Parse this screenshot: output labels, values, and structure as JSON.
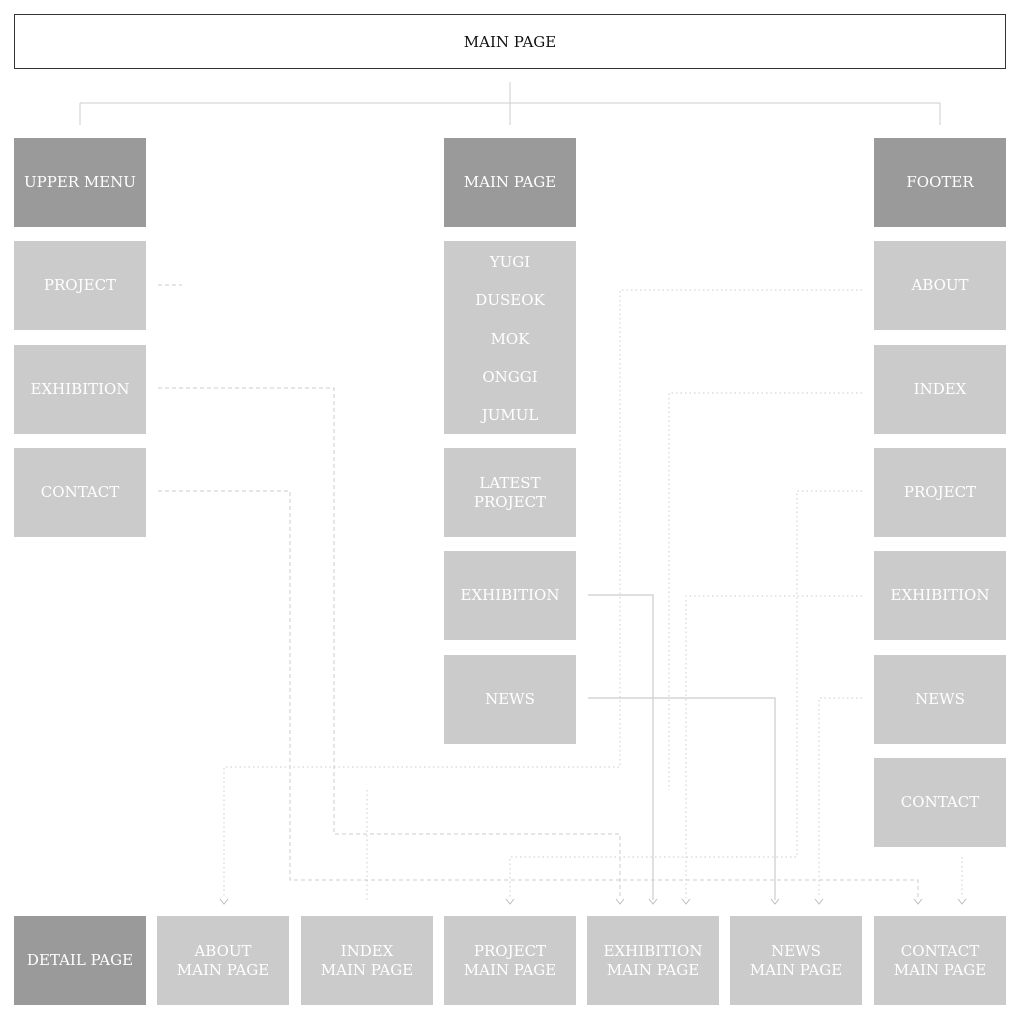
{
  "title": "MAIN PAGE",
  "headers": {
    "upper_menu": "UPPER MENU",
    "main_page": "MAIN PAGE",
    "footer": "FOOTER",
    "detail_page": "DETAIL PAGE"
  },
  "upper_menu": {
    "project": "PROJECT",
    "exhibition": "EXHIBITION",
    "contact": "CONTACT"
  },
  "main_page": {
    "categories": [
      "YUGI",
      "DUSEOK",
      "MOK",
      "ONGGI",
      "JUMUL"
    ],
    "latest_project": "LATEST\nPROJECT",
    "exhibition": "EXHIBITION",
    "news": "NEWS"
  },
  "footer": {
    "about": "ABOUT",
    "index": "INDEX",
    "project": "PROJECT",
    "exhibition": "EXHIBITION",
    "news": "NEWS",
    "contact": "CONTACT"
  },
  "detail": {
    "about": "ABOUT\nMAIN PAGE",
    "index": "INDEX\nMAIN PAGE",
    "project": "PROJECT\nMAIN PAGE",
    "exhibition": "EXHIBITION\nMAIN PAGE",
    "news": "NEWS\nMAIN PAGE",
    "contact": "CONTACT\nMAIN PAGE"
  },
  "colors": {
    "header_fill": "#9a9a9a",
    "node_fill": "#cbcbcb",
    "line": "#cccccc",
    "title_border": "#333333"
  }
}
